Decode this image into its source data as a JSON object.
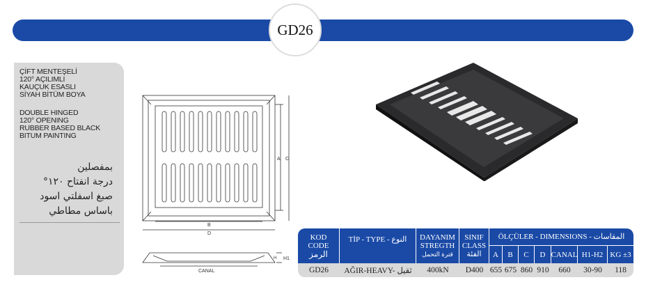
{
  "title": "GD26",
  "description": {
    "turkish": [
      "ÇİFT MENTEŞELİ",
      "120° AÇILIMLI",
      "KAUÇUK ESASLI",
      "SİYAH BİTÜM BOYA"
    ],
    "english": [
      "DOUBLE HINGED",
      "120° OPENING",
      "RUBBER BASED BLACK",
      "BITUM PAINTING"
    ],
    "arabic": [
      "بمفصلين",
      "درجة انفتاح ١٢٠°",
      "صبغ اسفلتي اسود",
      "باساس مطاطي"
    ]
  },
  "drawing_labels": {
    "a": "A",
    "b": "B",
    "c": "C",
    "d": "D",
    "h": "H",
    "h1": "H1",
    "canal": "CANAL"
  },
  "table": {
    "headers": {
      "code": [
        "KOD",
        "CODE",
        "الرمز"
      ],
      "type": "TİP - TYPE - النوع",
      "strength": [
        "DAYANIM",
        "STREGTH",
        "قترة التحمل"
      ],
      "class": [
        "SINIF",
        "CLASS",
        "الفئة"
      ],
      "dimensions": "ÖLÇÜLER - DIMENSIONS - المقاسات",
      "dims": [
        "A",
        "B",
        "C",
        "D",
        "CANAL",
        "H1-H2",
        "KG ±3"
      ]
    },
    "row": {
      "code": "GD26",
      "type": "AĞIR-HEAVY- ثقيل",
      "strength": "400kN",
      "class": "D400",
      "values": [
        "655",
        "675",
        "860",
        "910",
        "660",
        "30-90",
        "118"
      ]
    }
  },
  "colors": {
    "brand": "#1a4aa6",
    "panel": "#d9d9da"
  }
}
